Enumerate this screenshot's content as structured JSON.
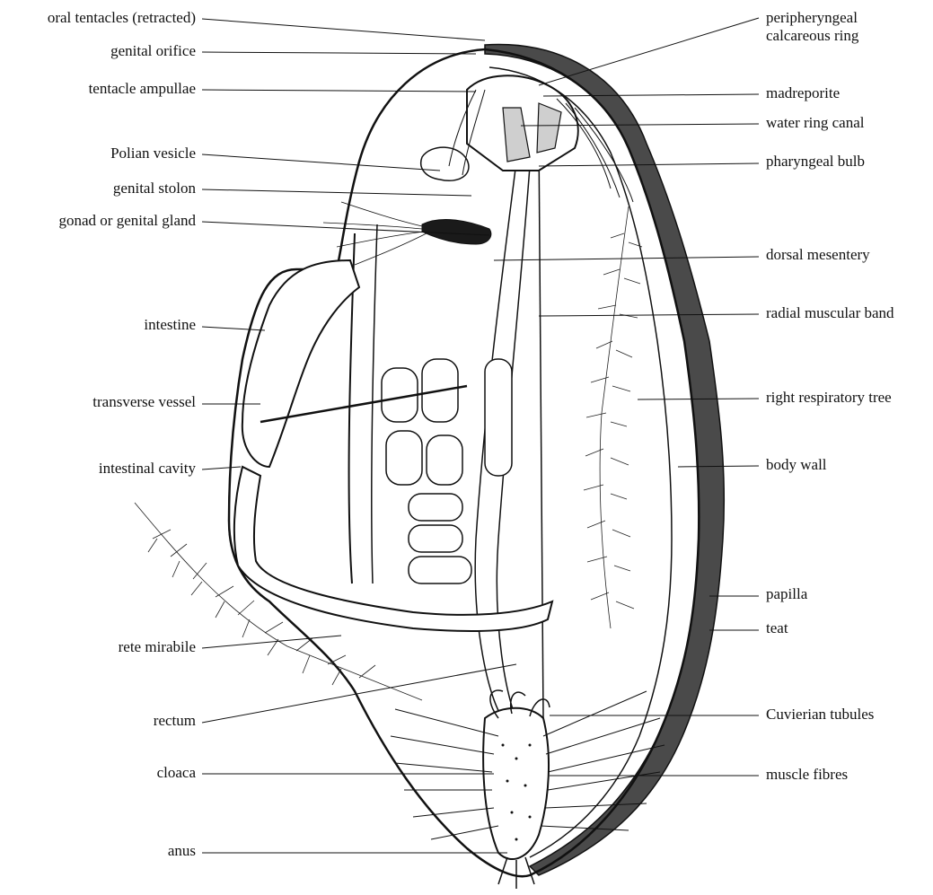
{
  "labels_left": [
    {
      "text": "oral tentacles (retracted)"
    },
    {
      "text": "genital orifice"
    },
    {
      "text": "tentacle ampullae"
    },
    {
      "text": "Polian vesicle"
    },
    {
      "text": "genital stolon"
    },
    {
      "text": "gonad or genital gland"
    },
    {
      "text": "intestine"
    },
    {
      "text": "transverse vessel"
    },
    {
      "text": "intestinal cavity"
    },
    {
      "text": "rete mirabile"
    },
    {
      "text": "rectum"
    },
    {
      "text": "cloaca"
    },
    {
      "text": "anus"
    }
  ],
  "labels_right": [
    {
      "text": "peripheryngeal\ncalcareous ring"
    },
    {
      "text": "madreporite"
    },
    {
      "text": "water ring canal"
    },
    {
      "text": "pharyngeal bulb"
    },
    {
      "text": "dorsal mesentery"
    },
    {
      "text": "radial muscular band"
    },
    {
      "text": "right respiratory tree"
    },
    {
      "text": "body wall"
    },
    {
      "text": "papilla"
    },
    {
      "text": "teat"
    },
    {
      "text": "Cuvierian tubules"
    },
    {
      "text": "muscle fibres"
    }
  ]
}
